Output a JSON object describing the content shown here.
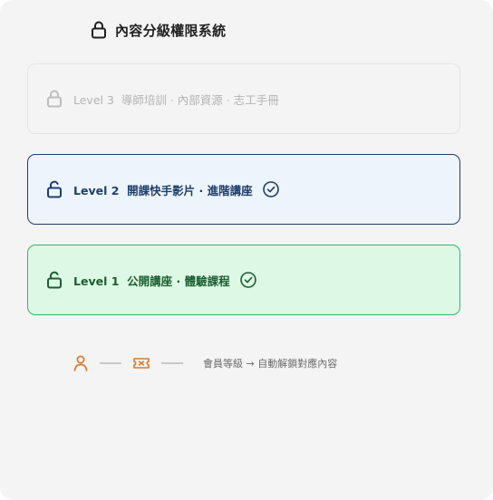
{
  "header": {
    "title": "內容分級權限系統",
    "icon": "lock-icon"
  },
  "levels": [
    {
      "level_label": "Level 3",
      "content": "導師培訓 · 內部資源 · 志工手冊",
      "state": "locked",
      "icon": "lock-icon"
    },
    {
      "level_label": "Level 2",
      "content": "開課快手影片 · 進階講座",
      "state": "unlocked",
      "icon": "unlock-icon",
      "check_icon": "check-circle-icon"
    },
    {
      "level_label": "Level 1",
      "content": "公開講座 · 體驗課程",
      "state": "unlocked",
      "icon": "unlock-icon",
      "check_icon": "check-circle-icon"
    }
  ],
  "legend": {
    "icons": [
      "user-icon",
      "ticket-icon"
    ],
    "text": "會員等級 → 自動解鎖對應內容"
  },
  "colors": {
    "level3_text": "#b3b3b3",
    "level2_accent": "#1c3f6b",
    "level2_bg": "#eef4fc",
    "level1_accent": "#1a5e2e",
    "level1_border": "#2fb860",
    "level1_bg": "#ddf9e6",
    "legend_icons": "#d9782a"
  }
}
